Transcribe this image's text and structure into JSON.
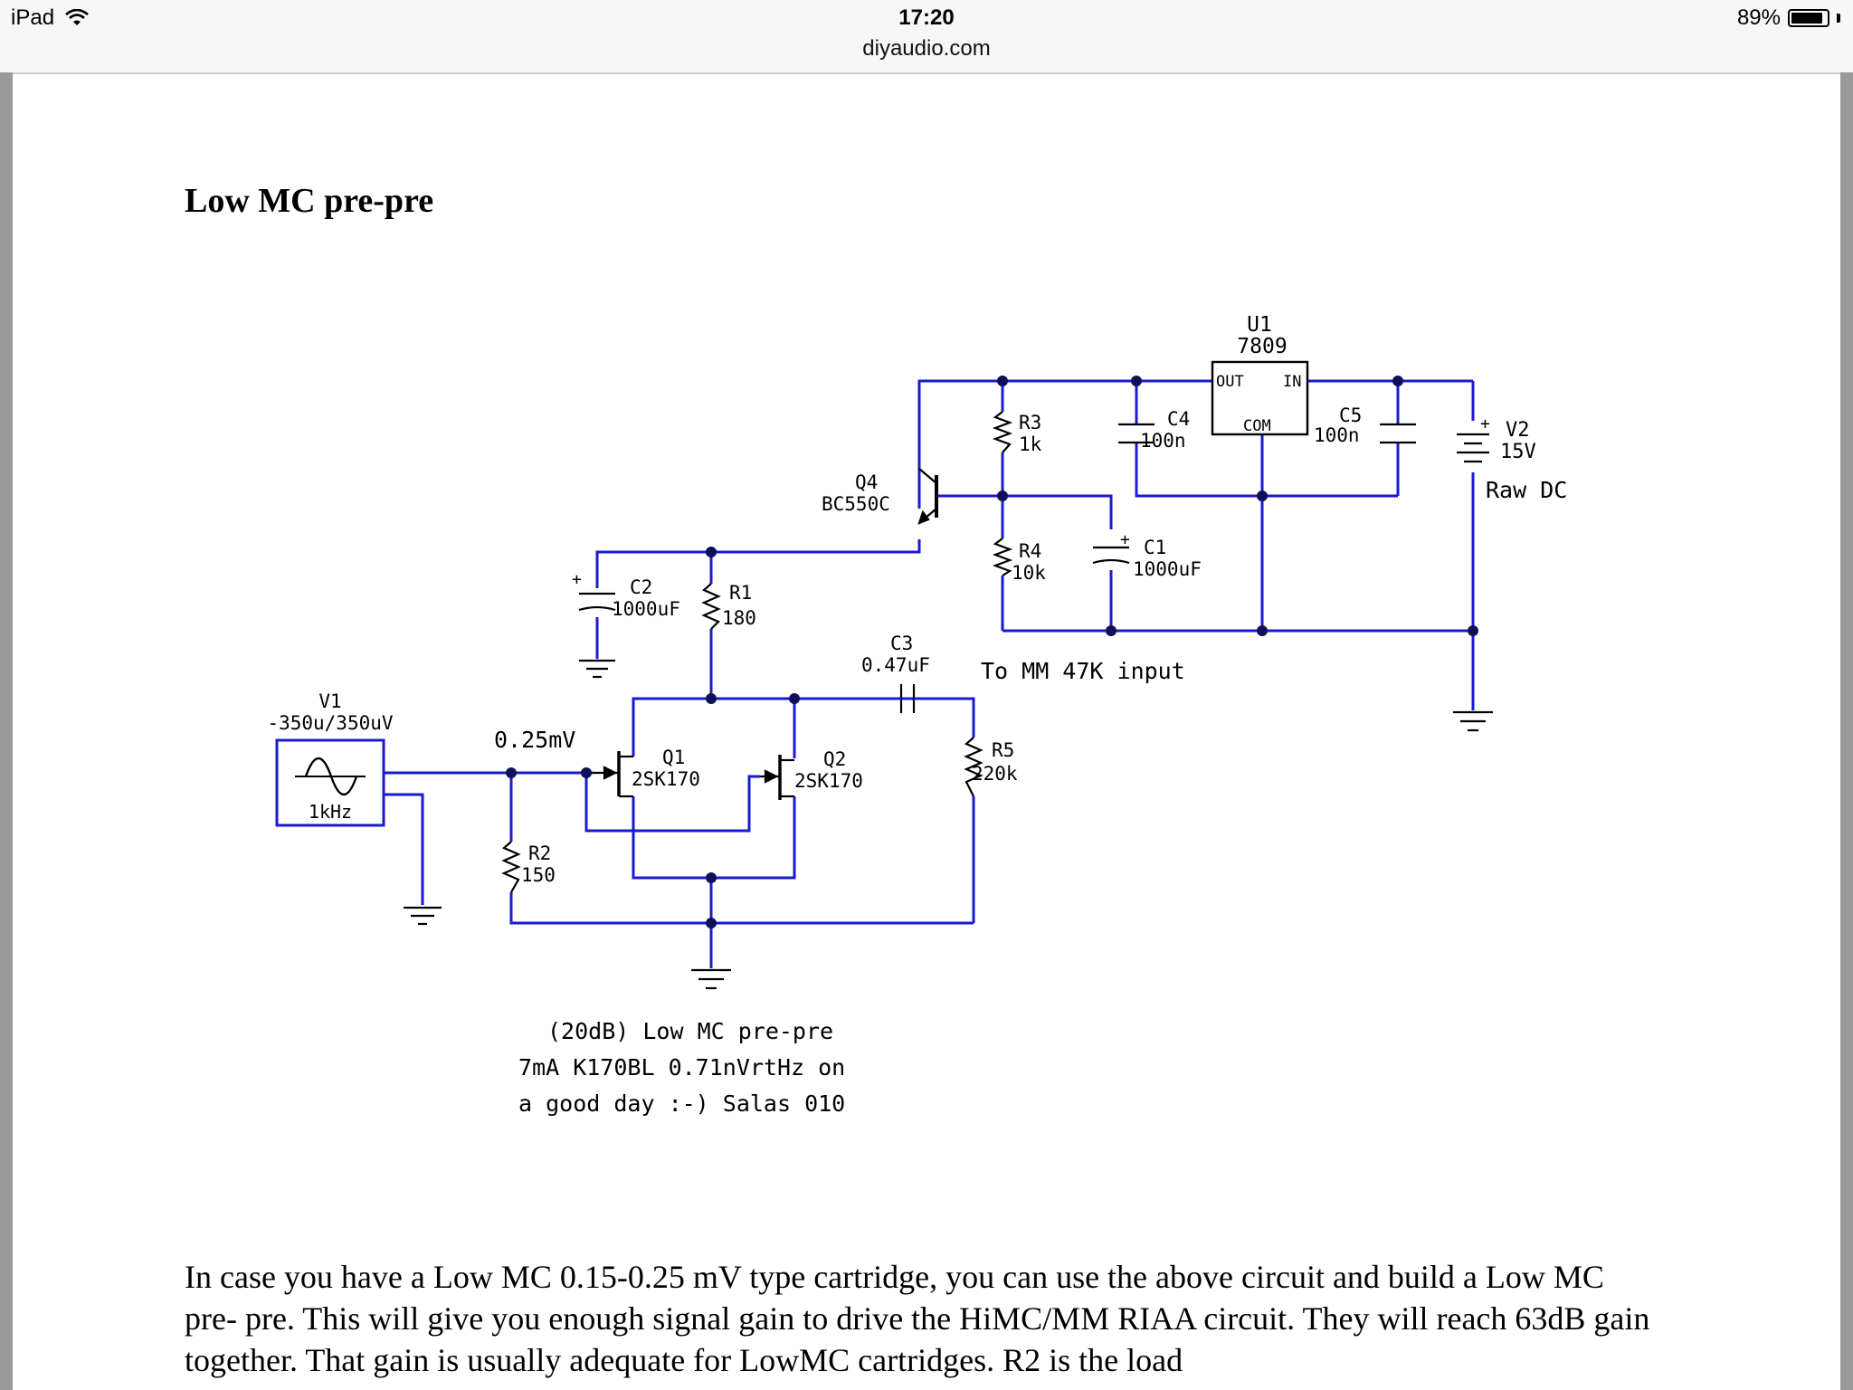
{
  "status_bar": {
    "device": "iPad",
    "time": "17:20",
    "url": "diyaudio.com",
    "battery": "89%",
    "battery_level": 0.89,
    "icons": [
      "wifi-icon",
      "battery-icon"
    ]
  },
  "page": {
    "title": "Low MC pre-pre"
  },
  "schematic": {
    "wire_color": "#1a1ad0",
    "u1_label": "U1",
    "u1_part": "7809",
    "u1_out": "OUT",
    "u1_in": "IN",
    "u1_com": "COM",
    "r3": "R3",
    "r3_val": "1k",
    "c4": "C4",
    "c4_val": "100n",
    "c5": "C5",
    "c5_val": "100n",
    "v2": "V2",
    "v2_val": "15V",
    "raw_dc": "Raw DC",
    "q4": "Q4",
    "q4_part": "BC550C",
    "r4": "R4",
    "r4_val": "10k",
    "c1": "C1",
    "c1_val": "1000uF",
    "c2": "C2",
    "c2_val": "1000uF",
    "r1": "R1",
    "r1_val": "180",
    "c3": "C3",
    "c3_val": "0.47uF",
    "to_mm": "To MM 47K input",
    "v1": "V1",
    "v1_val": "-350u/350uV",
    "v1_freq": "1kHz",
    "signal_level": "0.25mV",
    "q1": "Q1",
    "q1_part": "2SK170",
    "q2": "Q2",
    "q2_part": "2SK170",
    "r5": "R5",
    "r5_val": "220k",
    "r2": "R2",
    "r2_val": "150",
    "plus": "+",
    "caption_1": "(20dB) Low MC pre-pre",
    "caption_2": "7mA K170BL 0.71nVrtHz on",
    "caption_3": "a good day :-) Salas 010"
  },
  "body": {
    "paragraph": "In case you have a Low MC 0.15-0.25 mV type cartridge, you can use the above circuit and build a Low MC pre- pre. This will give you enough signal gain to drive the HiMC/MM RIAA circuit. They will reach 63dB gain together. That gain is usually adequate for LowMC cartridges. R2 is the load"
  }
}
